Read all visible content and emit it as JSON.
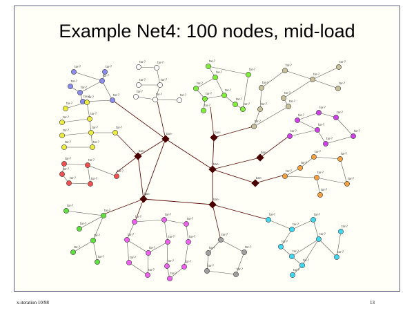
{
  "slide": {
    "title": "Example Net4: 100 nodes, mid-load",
    "footer_left": "x-iteration 10/98",
    "page_number": "13"
  },
  "colors": {
    "backbone": "#5a0a0a",
    "blue": "#8c8cf0",
    "white": "#ffffff",
    "green": "#80ef3a",
    "olive": "#c8c09a",
    "yellow": "#ecec40",
    "purple": "#d040e8",
    "red": "#f05050",
    "orange": "#f4a040",
    "lime": "#60e040",
    "magenta": "#f060f0",
    "grey": "#a0a0a0",
    "cyan": "#40d8f0"
  },
  "diagram": {
    "node_label": "tor-?",
    "hub_label": "ban-"
  }
}
